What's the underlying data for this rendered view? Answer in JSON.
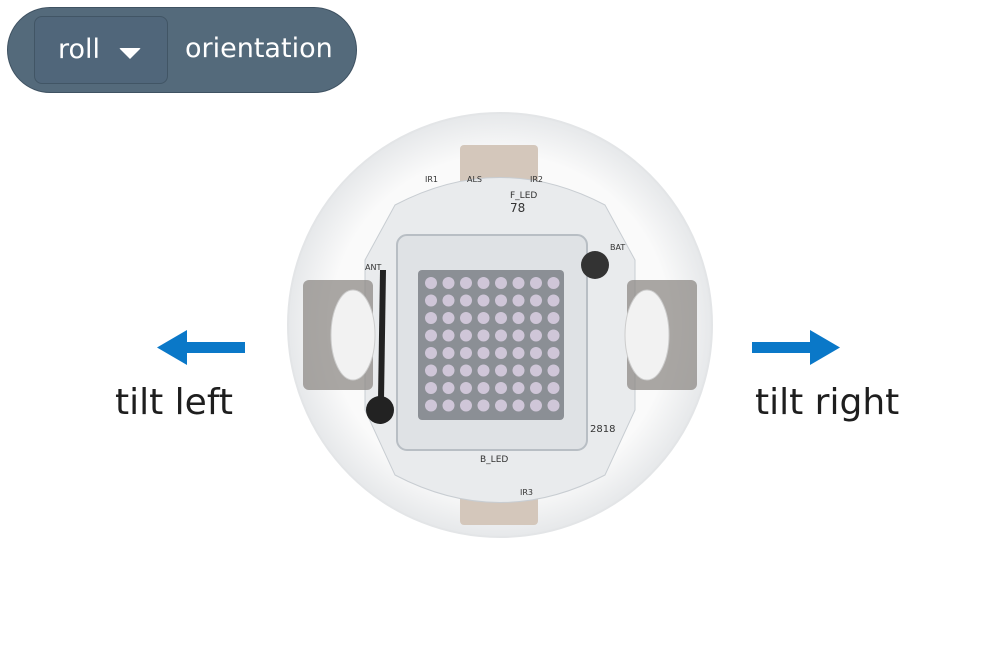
{
  "block": {
    "dropdown_value": "roll",
    "dropdown_icon": "caret-down-icon",
    "label": "orientation",
    "color": "#546a7b"
  },
  "labels": {
    "left": "tilt left",
    "right": "tilt right"
  },
  "arrow_color": "#0a78c8",
  "board_text": {
    "front_led": "F_LED",
    "number": "78",
    "back_led": "B_LED",
    "ir1": "IR1",
    "ir2": "IR2",
    "ir3": "IR3",
    "als": "ALS",
    "bat": "BAT",
    "ant": "ANT",
    "code": "2818"
  }
}
